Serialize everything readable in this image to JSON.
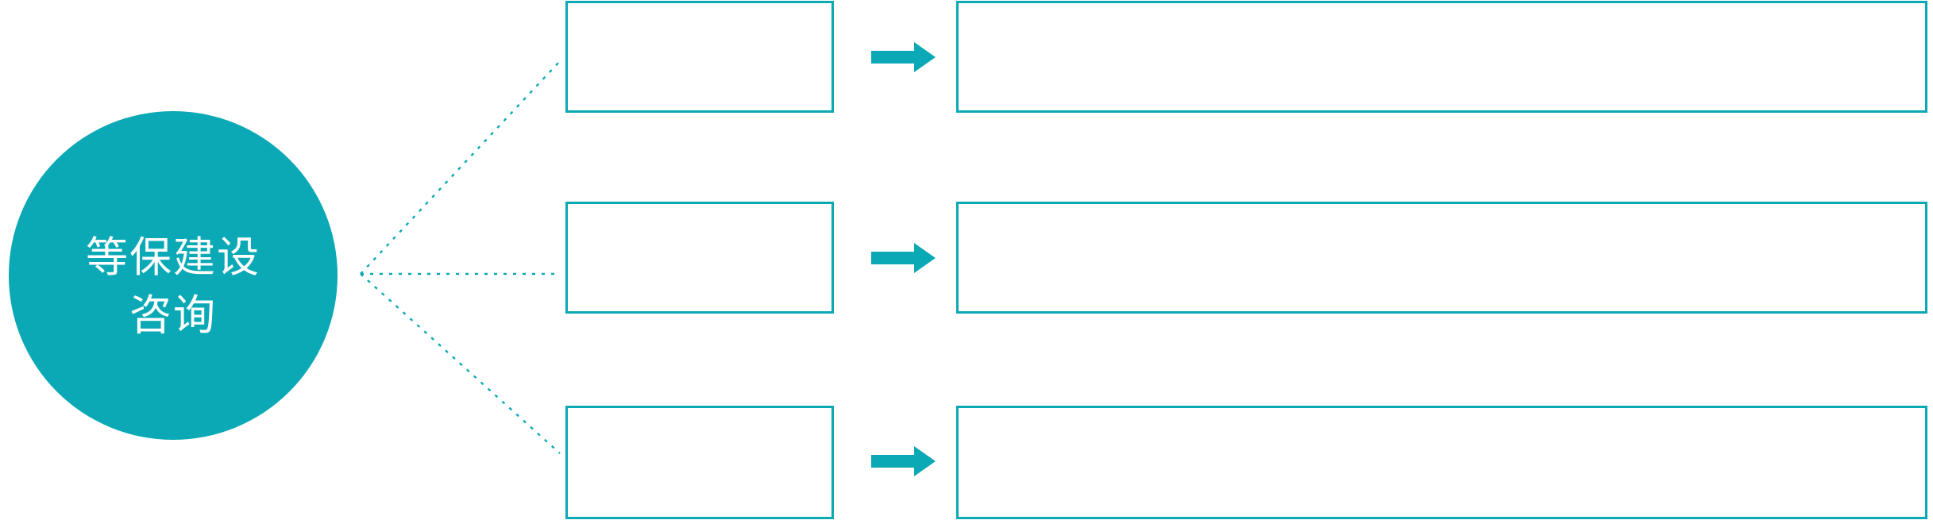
{
  "colors": {
    "accent": "#0aa9b5",
    "canvas_bg": "#ffffff",
    "box_fill": "#ffffff",
    "circle_text": "#ffffff"
  },
  "diagram": {
    "circle": {
      "label": "等保建设咨询",
      "lines": [
        "等保建设",
        "咨询"
      ]
    },
    "connector_style": "dotted",
    "rows": [
      {
        "middle_box_text": "",
        "arrow_icon": "arrow-right-icon",
        "right_box_text": ""
      },
      {
        "middle_box_text": "",
        "arrow_icon": "arrow-right-icon",
        "right_box_text": ""
      },
      {
        "middle_box_text": "",
        "arrow_icon": "arrow-right-icon",
        "right_box_text": ""
      }
    ]
  }
}
